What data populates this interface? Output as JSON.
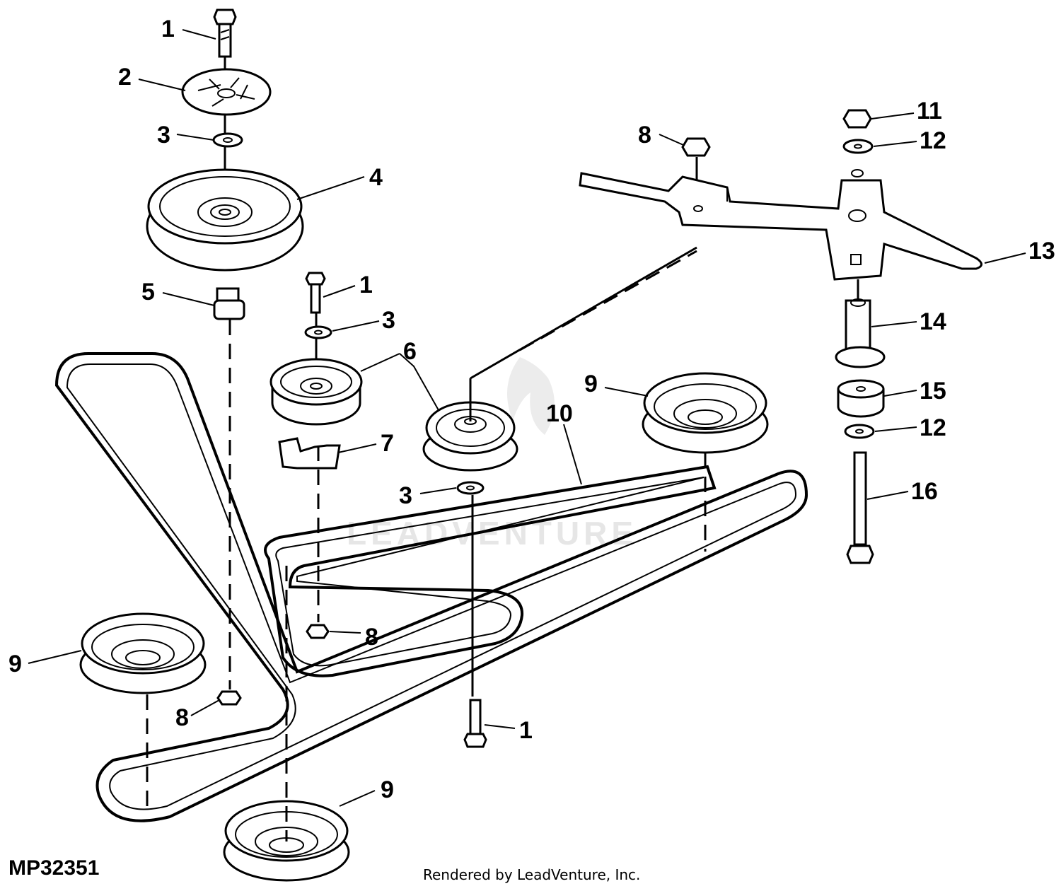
{
  "figure_id": "MP32351",
  "credit": "Rendered by LeadVenture, Inc.",
  "watermark": "LEADVENTURE",
  "callouts": {
    "c1a": "1",
    "c2": "2",
    "c3a": "3",
    "c4": "4",
    "c5": "5",
    "c1b": "1",
    "c3b": "3",
    "c6": "6",
    "c7": "7",
    "c3c": "3",
    "c8a": "8",
    "c8b": "8",
    "c8c": "8",
    "c9a": "9",
    "c9b": "9",
    "c9c": "9",
    "c10": "10",
    "c1c": "1",
    "c11": "11",
    "c12a": "12",
    "c13": "13",
    "c14": "14",
    "c15": "15",
    "c12b": "12",
    "c16": "16"
  }
}
